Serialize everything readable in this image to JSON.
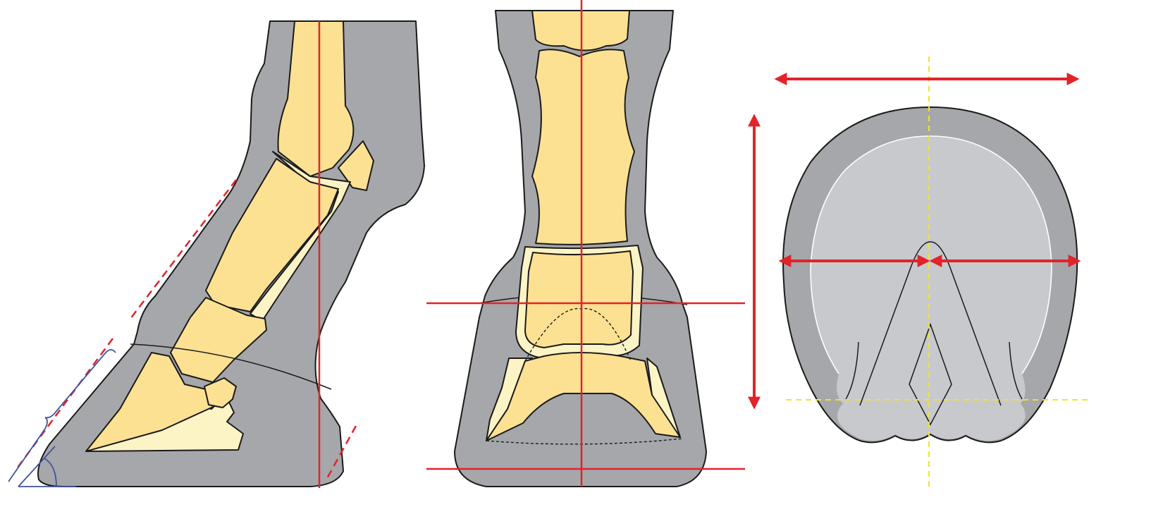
{
  "colors": {
    "hoof_gray": "#a6a7aa",
    "sole_gray": "#c8c9cc",
    "bone": "#fde192",
    "cartilage": "#fdf4c6",
    "reference_red": "#e3222a",
    "axis_yellow": "#ece33a",
    "angle_blue": "#3f529e"
  },
  "panels": [
    "lateral-view",
    "dorsal-view",
    "solar-view"
  ]
}
